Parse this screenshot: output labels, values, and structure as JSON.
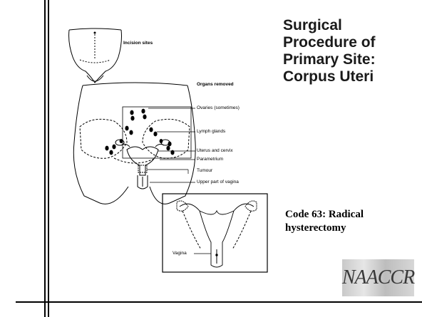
{
  "slide": {
    "title": "Surgical\nProcedure of\nPrimary Site:\nCorpus Uteri",
    "code": "Code 63: Radical\nhysterectomy",
    "logo_text": "NAACCR"
  },
  "diagram": {
    "incision_label": "Incision sites",
    "organs_removed_label": "Organs removed",
    "labels": [
      "Ovaries (sometimes)",
      "Lymph glands",
      "Uterus and cervix",
      "Parametrium",
      "Tumour",
      "Upper part of vagina"
    ],
    "inset_label": "Vagina"
  }
}
